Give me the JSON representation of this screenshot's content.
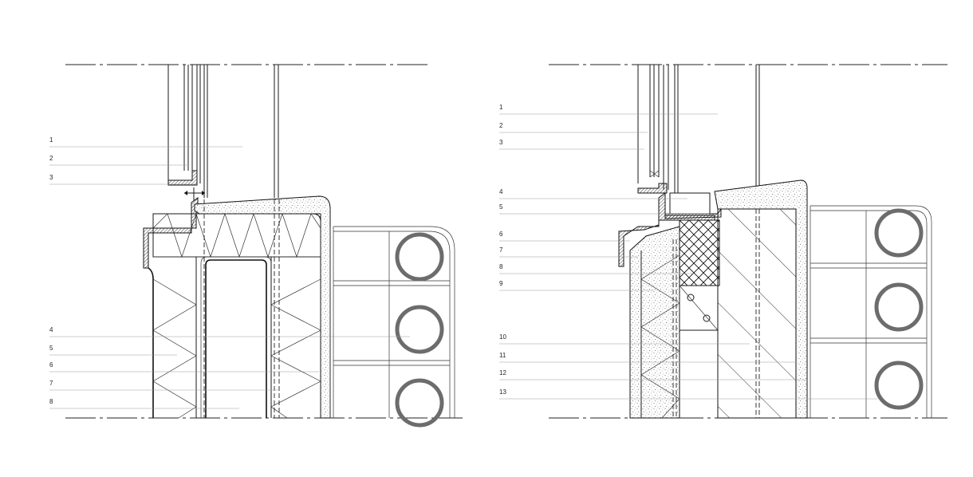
{
  "left_panel": {
    "callouts": [
      "1",
      "2",
      "3",
      "4",
      "5",
      "6",
      "7",
      "8"
    ]
  },
  "right_panel": {
    "callouts": [
      "1",
      "2",
      "3",
      "4",
      "5",
      "6",
      "7",
      "8",
      "9",
      "10",
      "11",
      "12",
      "13"
    ]
  }
}
